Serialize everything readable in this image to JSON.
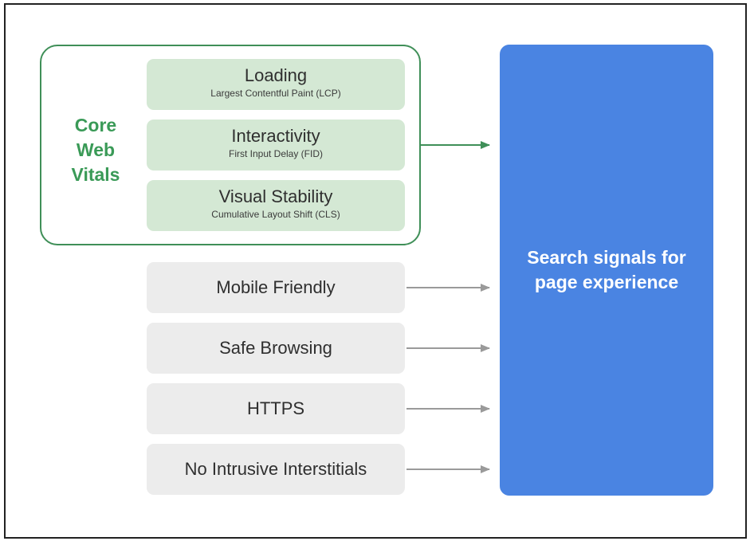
{
  "core_web_vitals": {
    "label_lines": [
      "Core",
      "Web",
      "Vitals"
    ],
    "metrics": [
      {
        "name": "Loading",
        "description": "Largest Contentful Paint (LCP)"
      },
      {
        "name": "Interactivity",
        "description": "First Input Delay (FID)"
      },
      {
        "name": "Visual Stability",
        "description": "Cumulative Layout Shift (CLS)"
      }
    ]
  },
  "signals": [
    "Mobile Friendly",
    "Safe Browsing",
    "HTTPS",
    "No Intrusive Interstitials"
  ],
  "target": {
    "label": "Search signals for page experience"
  },
  "colors": {
    "green_accent": "#3a9a57",
    "green_box": "#d4e8d4",
    "gray_box": "#ececec",
    "blue_target": "#4a84e2",
    "green_arrow": "#3f8f58",
    "gray_arrow": "#9a9a9a"
  }
}
